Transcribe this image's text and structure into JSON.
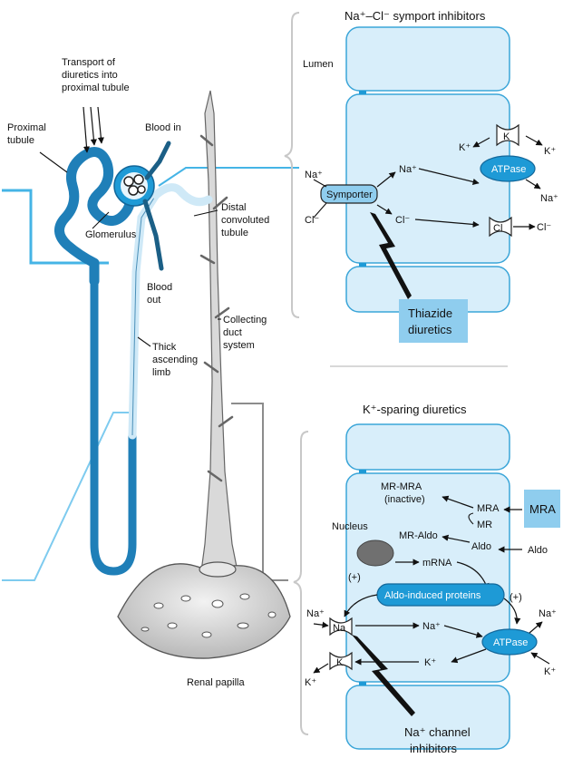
{
  "nephron": {
    "transport_label": [
      "Transport of",
      "diuretics into",
      "proximal tubule"
    ],
    "proximal_label": [
      "Proximal",
      "tubule"
    ],
    "blood_in": "Blood in",
    "glomerulus": "Glomerulus",
    "distal_label": [
      "Distal",
      "convoluted",
      "tubule"
    ],
    "blood_out": [
      "Blood",
      "out"
    ],
    "collecting_label": [
      "Collecting",
      "duct",
      "system"
    ],
    "thick_label": [
      "Thick",
      "ascending",
      "limb"
    ],
    "papilla": "Renal papilla"
  },
  "thiazide_panel": {
    "title": "Na⁺–Cl⁻ symport inhibitors",
    "lumen": "Lumen",
    "na_in": "Na⁺",
    "cl_in": "Cl⁻",
    "symporter": "Symporter",
    "na_cell": "Na⁺",
    "cl_cell": "Cl⁻",
    "k_left": "K⁺",
    "k_right": "K⁺",
    "k_channel": "K",
    "cl_channel": "Cl",
    "atpase": "ATPase",
    "na_out": "Na⁺",
    "cl_out": "Cl⁻",
    "drug": [
      "Thiazide",
      "diuretics"
    ]
  },
  "ksparing_panel": {
    "title": "K⁺-sparing diuretics",
    "mr_mra": [
      "MR-MRA",
      "(inactive)"
    ],
    "mra": "MRA",
    "mr": "MR",
    "mra_box": "MRA",
    "nucleus": "Nucleus",
    "mr_aldo": "MR-Aldo",
    "aldo_cell": "Aldo",
    "aldo_out": "Aldo",
    "mrna": "mRNA",
    "plus_left": "(+)",
    "plus_right": "(+)",
    "proteins": "Aldo-induced proteins",
    "na_lumen": "Na⁺",
    "na_channel": "Na",
    "na_cell": "Na⁺",
    "atpase": "ATPase",
    "na_out": "Na⁺",
    "k_lumen": "K⁺",
    "k_channel": "K",
    "k_cell": "K⁺",
    "k_out": "K⁺",
    "drug": [
      "Na⁺ channel",
      "inhibitors"
    ]
  },
  "colors": {
    "tubule_blue": "#1e9ad6",
    "tubule_light": "#cfe9f7",
    "cell_fill": "#d8eefa",
    "cell_stroke": "#3aa5d8",
    "drug_box": "#8fcdee",
    "atpase_fill": "#1e9ad6",
    "pointer_line": "#45b4e6",
    "gray_bracket": "#8c8c8c"
  }
}
